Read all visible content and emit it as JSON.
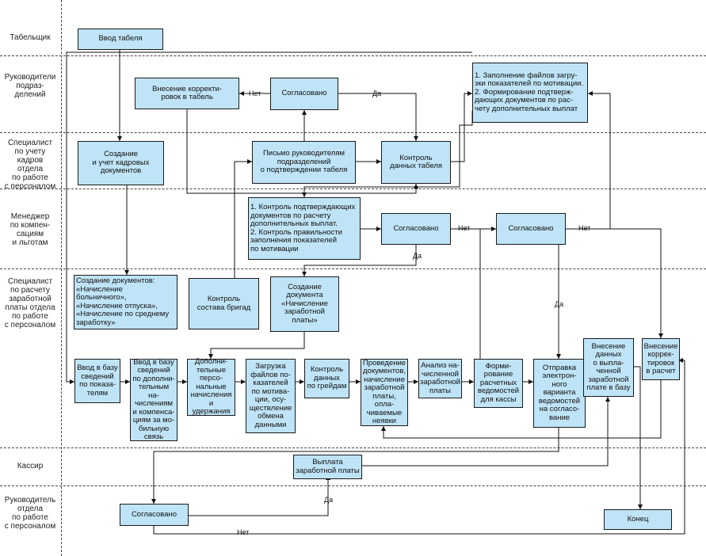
{
  "lanes": [
    {
      "label": "Табельщик"
    },
    {
      "label": "Руководители\nподраз-\nделений"
    },
    {
      "label": "Специалист\nпо учету\nкадров\nотдела\nпо работе\nс персоналом"
    },
    {
      "label": "Менеджер\nпо компен-\nсациям\nи льготам"
    },
    {
      "label": "Специалист\nпо расчету\nзаработной\nплаты отдела\nпо работе\nс персоналом"
    },
    {
      "label": "Кассир"
    },
    {
      "label": "Руководитель\nотдела\nпо работе\nс персоналом"
    }
  ],
  "boxes": {
    "b1": "Ввод табеля",
    "b2": "Внесение корректи-\nровок в табель",
    "b3": "Согласовано",
    "b4": "1. Заполнение файлов загру-\nзки показателей по мотивации.\n2. Формирование подтверж-\nдающих документов по рас-\nчету дополнительных выплат",
    "b5": "Создание\nи учет кадровых\nдокументов",
    "b6": "Письмо руководителям\nподразделений\nо подтверждении табеля",
    "b7": "Контроль\nданных табеля",
    "b8": "1. Контроль подтверждающих\nдокументов по расчету\nдополнительных выплат.\n2. Контроль правильности\nзаполнения показателей\nпо мотивации",
    "b9": "Согласовано",
    "b10": "Согласовано",
    "b11": "Создание документов:\n«Начисление больничного»,\n«Начисление отпуска»,\n«Начисление по среднему\nзаработку»",
    "b12": "Контроль\nсостава бригад",
    "b13": "Создание\nдокумента\n«Начисление\nзаработной\nплаты»",
    "b14": "Ввод в базу\nсведений\nпо показа-\nтелям",
    "b15": "Ввод в базу\nсведений\nпо дополни-\nтельным на-\nчислениям\nи компенса-\nциям за мо-\nбильную\nсвязь",
    "b16": "Дополни-\nтельные\nперсо-\nнальные\nначисления\nи удержания",
    "b17": "Загрузка\nфайлов по-\nказателей\nпо мотива-\nции, осу-\nществление\nобмена\nданными",
    "b18": "Контроль\nданных\nпо грейдам",
    "b19": "Проведение\nдокументов,\nначисление\nзаработной\nплаты, опла-\nчиваемые\nнеявки",
    "b20": "Анализ на-\nчисленной\nзаработной\nплаты",
    "b21": "Форми-\nрование\nрасчетных\nведомостей\nдля кассы",
    "b22": "Отправка\nэлектрон-\nного\nварианта\nведомостей\nна согласо-\nвание",
    "b23": "Внесение\nданных\nо выпла-\nченной\nзаработной\nплате в базу",
    "b24": "Внесение\nкоррек-\nтировок\nв расчет",
    "b25": "Выплата\nзаработной платы",
    "b26": "Согласовано",
    "b27": "Конец"
  },
  "labels": {
    "net1": "Нет",
    "da1": "Да",
    "net2": "Нет",
    "da2": "Да",
    "net3": "Нет",
    "da3": "Да",
    "da4": "Да",
    "net4": "Нет"
  }
}
